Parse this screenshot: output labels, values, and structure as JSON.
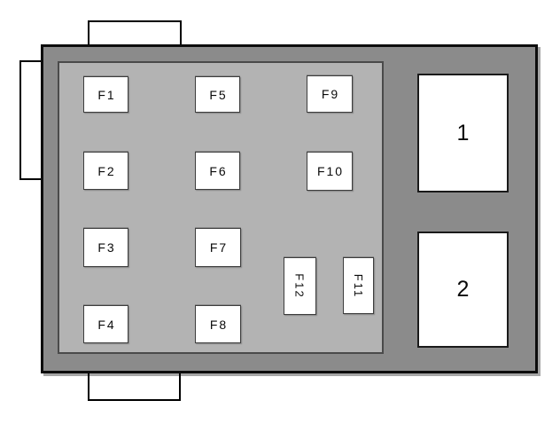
{
  "diagram": {
    "type": "fuse-box-layout",
    "colors": {
      "housing_gray": "#8b8b8b",
      "panel_gray": "#b3b3b3",
      "cavity_white": "#ffffff",
      "outline_black": "#000000"
    },
    "fuses": [
      {
        "id": "f1",
        "label": "F1",
        "orientation": "horizontal"
      },
      {
        "id": "f2",
        "label": "F2",
        "orientation": "horizontal"
      },
      {
        "id": "f3",
        "label": "F3",
        "orientation": "horizontal"
      },
      {
        "id": "f4",
        "label": "F4",
        "orientation": "horizontal"
      },
      {
        "id": "f5",
        "label": "F5",
        "orientation": "horizontal"
      },
      {
        "id": "f6",
        "label": "F6",
        "orientation": "horizontal"
      },
      {
        "id": "f7",
        "label": "F7",
        "orientation": "horizontal"
      },
      {
        "id": "f8",
        "label": "F8",
        "orientation": "horizontal"
      },
      {
        "id": "f9",
        "label": "F9",
        "orientation": "horizontal"
      },
      {
        "id": "f10",
        "label": "F10",
        "orientation": "horizontal"
      },
      {
        "id": "f11",
        "label": "F11",
        "orientation": "vertical"
      },
      {
        "id": "f12",
        "label": "F12",
        "orientation": "vertical"
      }
    ],
    "relays": [
      {
        "id": "relay-1",
        "label": "1"
      },
      {
        "id": "relay-2",
        "label": "2"
      }
    ]
  }
}
